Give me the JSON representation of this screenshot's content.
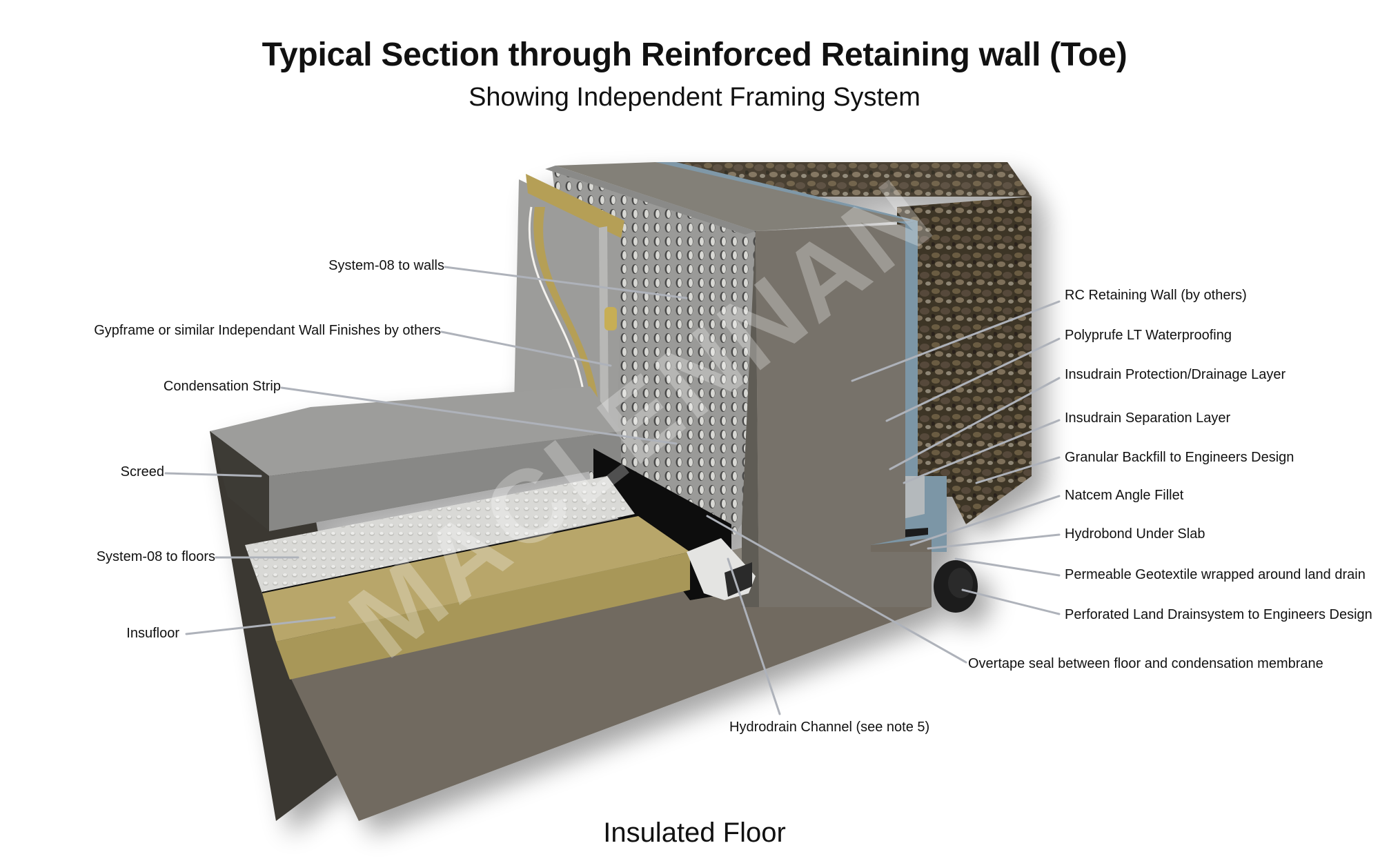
{
  "title": "Typical Section through Reinforced Retaining wall (Toe)",
  "subtitle": "Showing Independent Framing System",
  "footer": "Insulated Floor",
  "watermark": "MACLENNAN",
  "colors": {
    "concrete": "#6f6a61",
    "concrete_light": "#8b877e",
    "screed": "#9b9b99",
    "insulation": "#b8a66a",
    "membrane": "#d9d9d6",
    "waterproofing": "#7f98a8",
    "backfill": "#4a3f2e",
    "leader": "#b9bcc4"
  },
  "labels_left": [
    {
      "id": "system-08-walls",
      "text": "System-08 to walls"
    },
    {
      "id": "gypframe",
      "text": "Gypframe or similar Independant Wall Finishes by others"
    },
    {
      "id": "condensation-strip",
      "text": "Condensation Strip"
    },
    {
      "id": "screed",
      "text": "Screed"
    },
    {
      "id": "system-08-floors",
      "text": "System-08 to floors"
    },
    {
      "id": "insufloor",
      "text": "Insufloor"
    }
  ],
  "labels_right": [
    {
      "id": "rc-retaining-wall",
      "text": "RC Retaining Wall (by others)"
    },
    {
      "id": "polyprufe",
      "text": "Polyprufe LT Waterproofing"
    },
    {
      "id": "insudrain-protection",
      "text": "Insudrain Protection/Drainage Layer"
    },
    {
      "id": "insudrain-separation",
      "text": "Insudrain Separation Layer"
    },
    {
      "id": "granular-backfill",
      "text": "Granular Backfill to Engineers Design"
    },
    {
      "id": "natcem-fillet",
      "text": "Natcem Angle Fillet"
    },
    {
      "id": "hydrobond",
      "text": "Hydrobond Under Slab"
    },
    {
      "id": "geotextile",
      "text": "Permeable Geotextile wrapped around land drain"
    },
    {
      "id": "land-drain",
      "text": "Perforated Land Drainsystem to Engineers Design"
    }
  ],
  "labels_bottom": [
    {
      "id": "overtape-seal",
      "text": "Overtape seal between floor and condensation membrane"
    },
    {
      "id": "hydrodrain-channel",
      "text": "Hydrodrain Channel (see note 5)"
    }
  ]
}
